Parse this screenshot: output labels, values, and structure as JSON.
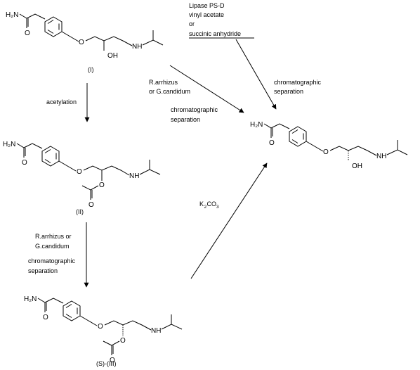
{
  "top_reagents": {
    "line1": "Lipase PS-D",
    "line2": "vinyl acetate",
    "line3": "or",
    "line4": "succinic anhydride"
  },
  "compounds": {
    "c1_label": "(I)",
    "c2_label": "(II)",
    "c3_label": "(S)-(III)"
  },
  "atoms": {
    "amide_n": "H₂N",
    "o": "O",
    "oh": "OH",
    "nh": "NH"
  },
  "steps": {
    "acetylation": "acetylation",
    "enzymes_mid_1": "R.arrhizus",
    "enzymes_mid_2": "or G.candidum",
    "chrom_mid_1": "chromatographic",
    "chrom_mid_2": "separation",
    "enzymes_left_1": "R.arrhizus or",
    "enzymes_left_2": "G.candidum",
    "chrom_left_1": "chromatographic",
    "chrom_left_2": "separation",
    "chrom_top_1": "chromatographic",
    "chrom_top_2": "separation",
    "k2co3_k": "K",
    "k2co3_2": "2",
    "k2co3_co": "CO",
    "k2co3_3": "3"
  }
}
